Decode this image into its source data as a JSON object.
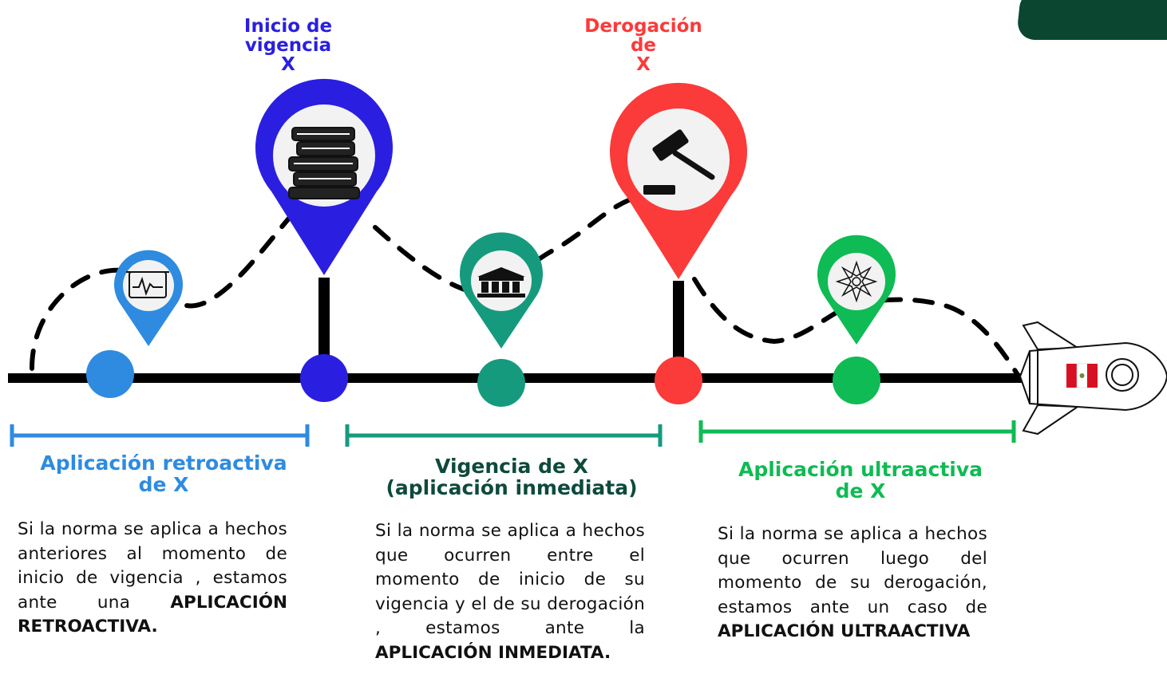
{
  "colors": {
    "retroactive": "#2e8be0",
    "inicio": "#2a1fe0",
    "vigencia": "#169a7e",
    "derogacion": "#fb3a3a",
    "ultraactive": "#0fbb54",
    "vigencia_title": "#0e4a3c",
    "timeline": "#000000",
    "corner": "#0a4630"
  },
  "pins": {
    "inicio": {
      "title": [
        "Inicio de",
        "vigencia",
        "X"
      ],
      "icon": "books-icon"
    },
    "derogacion": {
      "title": [
        "Derogación",
        "de",
        "X"
      ],
      "icon": "gavel-icon"
    },
    "retroactive": {
      "icon": "monitor-chart-icon"
    },
    "vigencia": {
      "icon": "courthouse-icon"
    },
    "ultraactive": {
      "icon": "compass-rose-icon"
    }
  },
  "sections": [
    {
      "title": [
        "Aplicación retroactiva",
        "de X"
      ],
      "text": "Si la norma se aplica a hechos anteriores al momento de inicio de vigencia , estamos ante una",
      "bold": "APLICACIÓN RETROACTIVA."
    },
    {
      "title": [
        "Vigencia de X",
        "(aplicación inmediata)"
      ],
      "text": "Si la norma se aplica a hechos que ocurren entre el momento de inicio de su vigencia y el de su derogación , estamos ante la",
      "bold": "APLICACIÓN INMEDIATA."
    },
    {
      "title": [
        "Aplicación ultraactiva",
        "de  X"
      ],
      "text": "Si la norma se aplica a hechos que ocurren luego del momento de su derogación, estamos ante un caso de",
      "bold": "APLICACIÓN ULTRAACTIVA"
    }
  ],
  "rocket": {
    "icon": "rocket-icon",
    "flag": "peru-flag-icon"
  }
}
